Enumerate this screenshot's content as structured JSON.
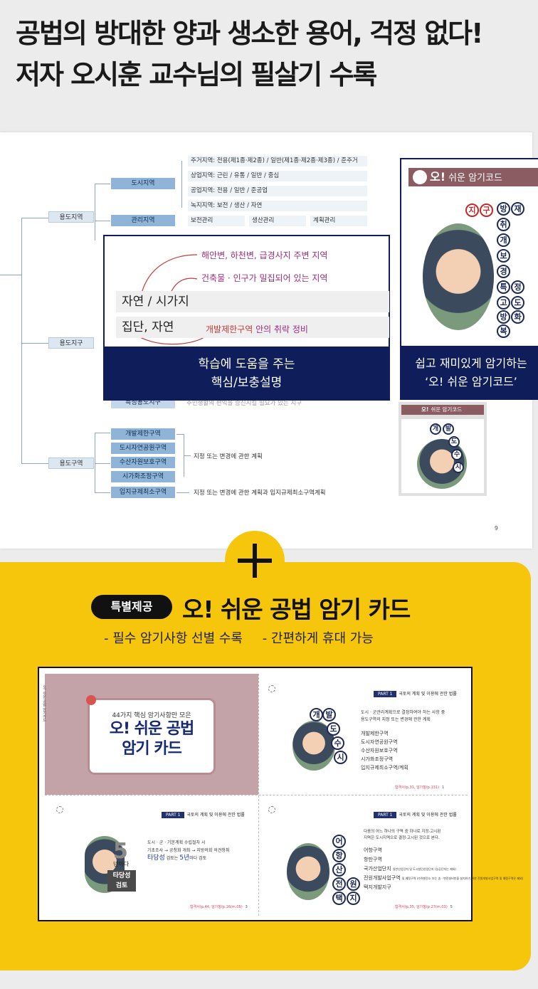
{
  "headline": {
    "line1": "공법의 방대한 양과 생소한 용어, 걱정 없다!",
    "line2": "저자 오시훈 교수님의 필살기 수록"
  },
  "book_page": {
    "roots": {
      "area": "용도지역",
      "district": "용도지구",
      "zone": "용도구역"
    },
    "area_children": [
      "도시지역",
      "관리지역"
    ],
    "urban_subs": [
      "주거지역: 전용(제1종·제2종) / 일반(제1종·제2종·제3종) / 준주거",
      "상업지역: 근린 / 유통 / 일반 / 중심",
      "공업지역: 전용 / 일반 / 준공업",
      "녹지지역: 보전 / 생산 / 자연"
    ],
    "management_subs": [
      "보전관리",
      "생산관리",
      "계획관리"
    ],
    "district_last": "특정용도지구",
    "district_last_note": "주민생활의 편익을 증진시킬 필요가 있는 지구",
    "zone_children": [
      "개발제한구역",
      "도시자연공원구역",
      "수산자원보호구역",
      "시가화조정구역",
      "입지규제최소구역"
    ],
    "zone_note_1": "지정 또는 변경에 관한 계획",
    "zone_note_2": "지정 또는 변경에 관한 계획과 입지규제최소구역계획",
    "page_number": "9"
  },
  "popup_explain": {
    "hand_note_1": "해안변, 하천변, 급경사지 주변 지역",
    "hand_note_2": "건축물 · 인구가 밀집되어 있는 지역",
    "row1": "자연 / 시가지",
    "row2": "집단, 자연",
    "hand_note_3a": "개발제한구역",
    "hand_note_3b": " 안의 취락 정비",
    "caption_line1": "학습에 도움을 주는",
    "caption_line2": "핵심/보충설명"
  },
  "popup_code": {
    "header_oh": "오!",
    "header": "쉬운 암기코드",
    "syllables_red": [
      "지",
      "구"
    ],
    "syllables": [
      "방",
      "재",
      "취",
      "개",
      "보",
      "경",
      "특",
      "정",
      "고",
      "도",
      "방",
      "화",
      "복"
    ],
    "caption_line1": "쉽고 재미있게 암기하는",
    "caption_line2": "‘오! 쉬운 암기코드’"
  },
  "mini_card": {
    "header_oh": "오!",
    "header": "쉬운 암기코드",
    "syllables": [
      "개",
      "발",
      "도",
      "수",
      "시"
    ]
  },
  "special": {
    "badge": "특별제공",
    "title": "오! 쉬운 공법 암기 카드",
    "bullet1": "- 필수 암기사항 선별 수록",
    "bullet2": "- 간편하게 휴대 가능"
  },
  "cards": {
    "cover_kicker": "44가지 핵심 암기사항만 모은",
    "cover_title_1": "오! 쉬운 공법",
    "cover_title_2": "암기 카드",
    "side_text": "오! 쉬운 공법 암기카드",
    "part_label": "PART 1",
    "part_title": "국토의 계획 및 이용에 관한 법률",
    "card2": {
      "syllables": [
        "개",
        "발",
        "도",
        "수",
        "시"
      ],
      "intro_1": "도시 · 군관리계획으로 결정하여야 하는 사항 중",
      "intro_2": "용도구역의 지정 또는 변경에 관한 계획",
      "items": [
        "개발제한구역",
        "도시자연공원구역",
        "수산자원보호구역",
        "시가화조정구역",
        "입지규제최소구역/계획"
      ],
      "footer": "합격서(p.31, 암기장(p.131)",
      "page": "1"
    },
    "card3": {
      "badge_top": "5",
      "badge_sub": "년마다",
      "stamp_1": "타당성",
      "stamp_2": "검토",
      "line1": "도시 · 군 · 기본계획 수립절차 시",
      "line2": "기초조사 → 공청회 개최 → 지방의회 의견청취",
      "line3a": "타당성",
      "line3b": " 검토는 ",
      "line3c": "5년",
      "line3d": "마다 검토",
      "footer": "합격서(p.44, 암기장(p.16(m.05)",
      "page": "3"
    },
    "card4": {
      "syllables": [
        "어",
        "항",
        "산",
        "전",
        "원",
        "택",
        "지"
      ],
      "intro_1": "다음의 어느 하나의 구역 중 하나로 지정·고시된",
      "intro_2": "지역은 도시지역으로 결정·고시된 것으로 본다.",
      "items": [
        "어항구역",
        "항만구역",
        "국가산업단지",
        "전원개발사업구역",
        "택지개발지구"
      ],
      "item3_note": "일반산업단지 및 도시첨단산업단지 (농공단지는 제외)",
      "item4_note": "및 예정구역 (수력발전소 또는 송 · 변전설비만을 설치하기 위한 전원개발사업구역 및 예정구역은 제외)",
      "footer": "합격서(p.35, 암기장(p.27(m.03)",
      "page": "5"
    }
  }
}
